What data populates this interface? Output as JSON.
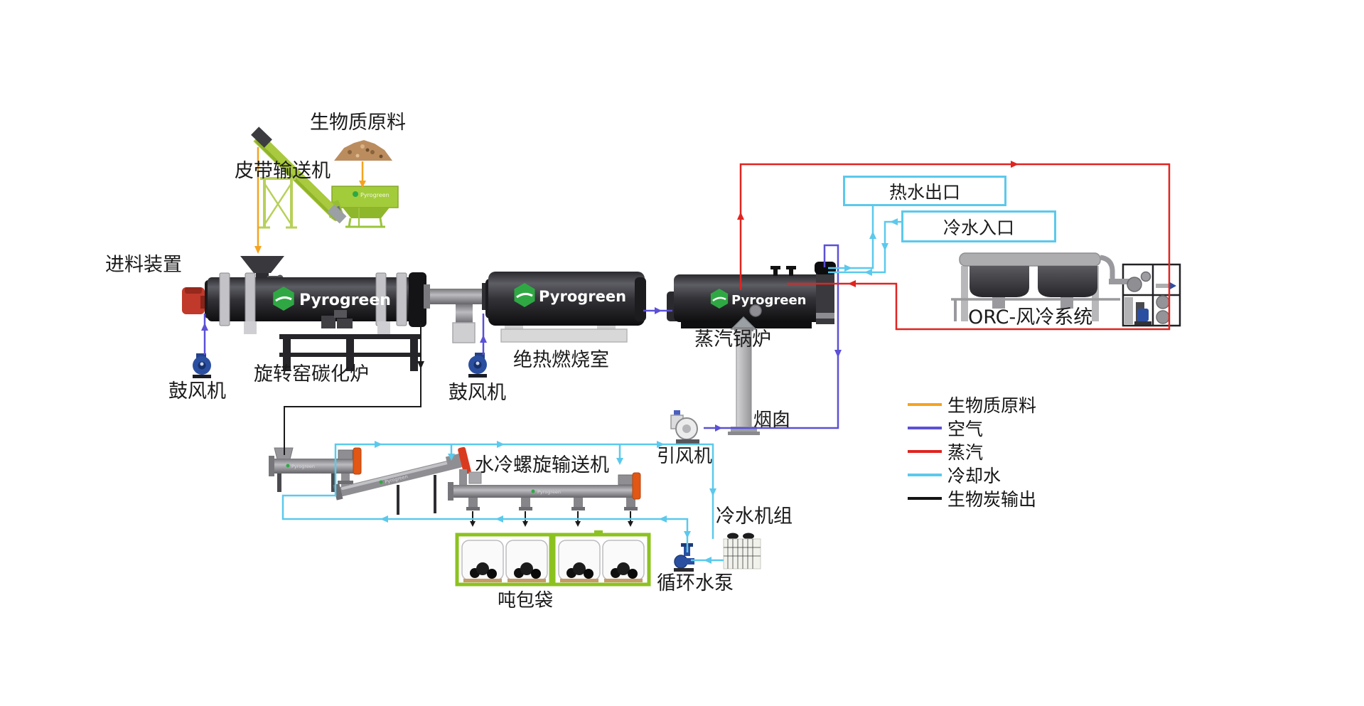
{
  "brand": {
    "name": "Pyrogreen"
  },
  "labels": {
    "biomass_feedstock": "生物质原料",
    "belt_conveyor": "皮带输送机",
    "feeding_device": "进料装置",
    "blower_left": "鼓风机",
    "rotary_kiln": "旋转窑碳化炉",
    "blower_mid": "鼓风机",
    "combustion_chamber": "绝热燃烧室",
    "steam_boiler": "蒸汽锅炉",
    "orc_system": "ORC-风冷系统",
    "screw_conveyor": "水冷螺旋输送机",
    "chiller_unit": "冷水机组",
    "circulating_pump": "循环水泵",
    "ton_bags": "吨包袋",
    "induced_draft_fan": "引风机",
    "chimney": "烟囱"
  },
  "boxes": {
    "hot_water_outlet": "热水出口",
    "cold_water_inlet": "冷水入口"
  },
  "legend": {
    "items": [
      {
        "label": "生物质原料",
        "color": "#F5A31E"
      },
      {
        "label": "空气",
        "color": "#5B50D6"
      },
      {
        "label": "蒸汽",
        "color": "#E02420"
      },
      {
        "label": "冷却水",
        "color": "#5BC9EC"
      },
      {
        "label": "生物炭输出",
        "color": "#141414"
      }
    ]
  },
  "line_colors": {
    "biomass": "#F5A31E",
    "air": "#5B50D6",
    "steam": "#E02420",
    "cooling_water": "#5BC9EC",
    "biochar": "#141414",
    "brand_green": "#2FA844"
  }
}
